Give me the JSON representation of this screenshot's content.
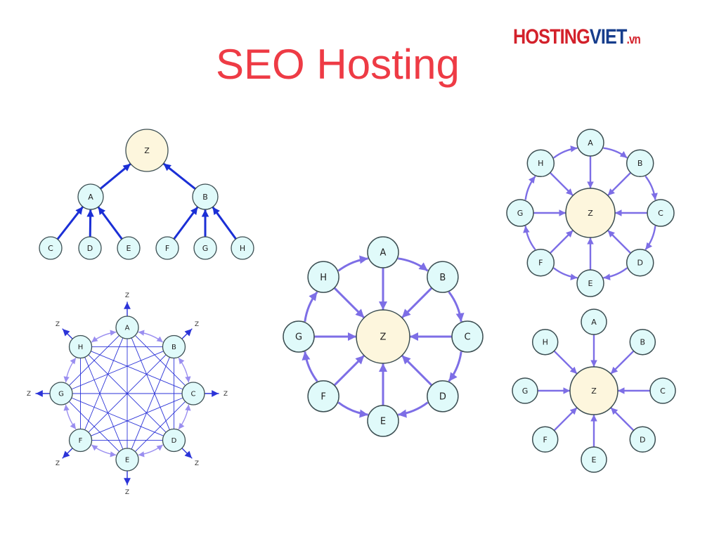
{
  "slide": {
    "title": "SEO Hosting",
    "logo": {
      "part1": "HOSTING",
      "part2": "VIET",
      "part3": ".vn"
    }
  },
  "colors": {
    "title": "#ee3b45",
    "logo_red": "#d3212b",
    "logo_blue": "#163d8c",
    "node_fill": "#e0fafa",
    "hub_fill": "#fdf6dd",
    "node_stroke": "#3c4e52",
    "edge_tree": "#1b2fd6",
    "edge_wheel": "#7d6ee6",
    "edge_mesh": "#2b33d8"
  },
  "diagrams": {
    "tree": {
      "root": "Z",
      "branches": [
        {
          "node": "A",
          "children": [
            "C",
            "D",
            "E"
          ]
        },
        {
          "node": "B",
          "children": [
            "F",
            "G",
            "H"
          ]
        }
      ]
    },
    "mesh": {
      "nodes": [
        "A",
        "B",
        "C",
        "D",
        "E",
        "F",
        "G",
        "H"
      ],
      "outer_target": "Z"
    },
    "wheel": {
      "hub": "Z",
      "nodes": [
        "A",
        "B",
        "C",
        "D",
        "E",
        "F",
        "G",
        "H"
      ]
    },
    "small_wheel": {
      "hub": "Z",
      "nodes": [
        "A",
        "B",
        "C",
        "D",
        "E",
        "F",
        "G",
        "H"
      ]
    },
    "star": {
      "hub": "Z",
      "nodes": [
        "A",
        "B",
        "C",
        "D",
        "E",
        "F",
        "G",
        "H"
      ]
    }
  }
}
